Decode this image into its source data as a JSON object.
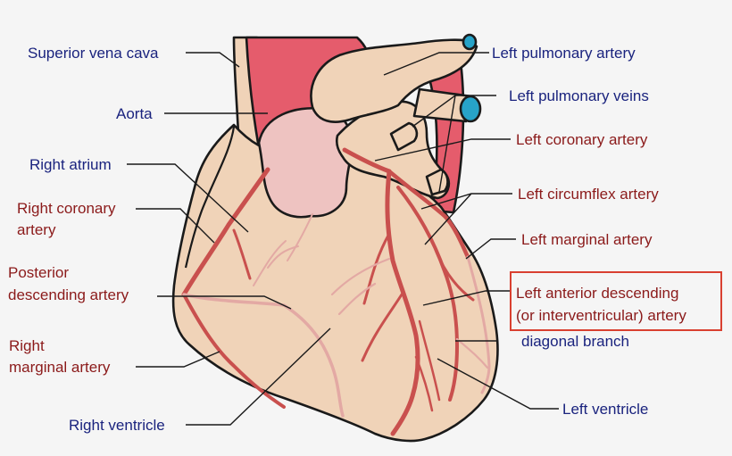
{
  "colors": {
    "background": "#f5f5f5",
    "heart_skin": "#f0d3b8",
    "aorta_red": "#e55c6c",
    "aorta_root": "#eec3c1",
    "vessel": "#c9504e",
    "vessel_light": "#e3a9a4",
    "vein_opening": "#27a3c8",
    "label_blue": "#1a237e",
    "label_red": "#8b1a1a",
    "highlight_box": "#d94030"
  },
  "labels": {
    "superior_vena_cava": "Superior vena cava",
    "aorta": "Aorta",
    "right_atrium": "Right atrium",
    "right_coronary_artery_1": "Right coronary",
    "right_coronary_artery_2": "artery",
    "posterior_descending_artery_1": "Posterior",
    "posterior_descending_artery_2": "descending artery",
    "right_marginal_artery_1": "Right",
    "right_marginal_artery_2": "marginal artery",
    "right_ventricle": "Right ventricle",
    "left_pulmonary_artery": "Left pulmonary artery",
    "left_pulmonary_veins": "Left pulmonary veins",
    "left_coronary_artery": "Left coronary artery",
    "left_circumflex_artery": "Left circumflex artery",
    "left_marginal_artery": "Left marginal artery",
    "left_anterior_descending_1": "Left anterior descending",
    "left_anterior_descending_2": "(or interventricular) artery",
    "diagonal_branch": "diagonal branch",
    "left_ventricle": "Left ventricle"
  }
}
